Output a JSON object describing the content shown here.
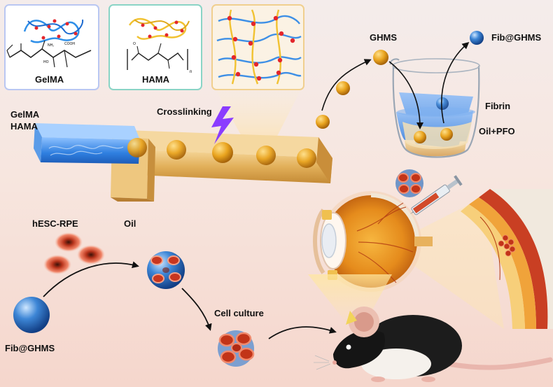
{
  "panels": {
    "gelma": {
      "label": "GelMA"
    },
    "hama": {
      "label": "HAMA"
    }
  },
  "chip": {
    "inlet_label_line1": "GelMA",
    "inlet_label_line2": "HAMA",
    "crosslinking_label": "Crosslinking",
    "oil_label": "Oil"
  },
  "beaker": {
    "product_label": "GHMS",
    "coated_label": "Fib@GHMS",
    "upper_layer_label": "Fibrin",
    "lower_layer_label": "Oil+PFO"
  },
  "culture": {
    "cells_label": "hESC-RPE",
    "bead_label": "Fib@GHMS",
    "culture_label": "Cell culture"
  },
  "chem_text": {
    "cooh": "COOH",
    "ho": "HO",
    "nh2": "NH₂",
    "o": "O",
    "n": "n"
  },
  "colors": {
    "gel_blue": "#2f7fe0",
    "chip_amber": "#e6b45a",
    "sphere_orange": "#e6a12a",
    "crosslink_red": "#e3262c",
    "lightning_purple": "#8a3cff",
    "cell_red": "#c8361f"
  }
}
